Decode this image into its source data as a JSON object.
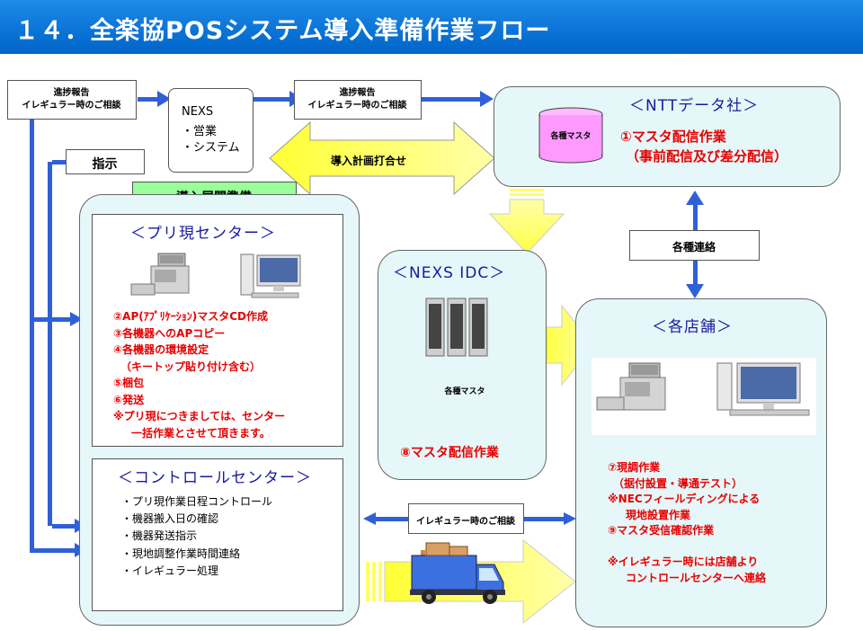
{
  "title": "１４．全楽協POSシステム導入準備作業フロー",
  "report_box_left": {
    "line1": "進捗報告",
    "line2": "イレギュラー時のご相談"
  },
  "report_box_mid": {
    "line1": "進捗報告",
    "line2": "イレギュラー時のご相談"
  },
  "nexs_box": {
    "line1": "NEXS",
    "line2": "・営業",
    "line3": "・システム"
  },
  "shiji_label": "指示",
  "meeting_label": "導入計画打合せ",
  "prep_label": "導入展開準備",
  "ntt": {
    "header": "＜NTTデータ社＞",
    "cylinder_label": "各種マスタ",
    "task_line1": "①マスタ配信作業",
    "task_line2": "（事前配信及び差分配信）"
  },
  "contact_label": "各種連絡",
  "pre_center": {
    "header": "＜プリ現センター＞",
    "tasks": [
      "②AP(ｱﾌﾟﾘｹｰｼｮﾝ)マスタCD作成",
      "③各機器へのAPコピー",
      "④各機器の環境設定",
      "（キートップ貼り付け含む）",
      "⑤梱包",
      "⑥発送",
      "※プリ現につきましては、センター",
      "　一括作業とさせて頂きます。"
    ]
  },
  "idc": {
    "header": "＜NEXS IDC＞",
    "cylinder_label": "各種マスタ",
    "task": "⑧マスタ配信作業"
  },
  "stores": {
    "header": "＜各店舗＞",
    "tasks": [
      "⑦現調作業",
      "（据付設置・導通テスト）",
      "※NECフィールディングによる",
      "　現地設置作業",
      "⑨マスタ受信確認作業",
      "",
      "※イレギュラー時には店舗より",
      "　コントロールセンターへ連絡"
    ]
  },
  "control_center": {
    "header": "＜コントロールセンター＞",
    "items": [
      "・プリ現作業日程コントロール",
      "・機器搬入日の確認",
      "・機器発送指示",
      "・現地調整作業時間連絡",
      "・イレギュラー処理"
    ]
  },
  "irregular_label": "イレギュラー時のご相談",
  "colors": {
    "title_blue": "#0a73d6",
    "arrow_blue": "#3060d8",
    "arrow_yellow": "#ffff66",
    "prep_green": "#99ff99",
    "panel_fill": "#e6f7f9",
    "task_red": "#e60000",
    "header_navy": "#1a1aa0"
  }
}
